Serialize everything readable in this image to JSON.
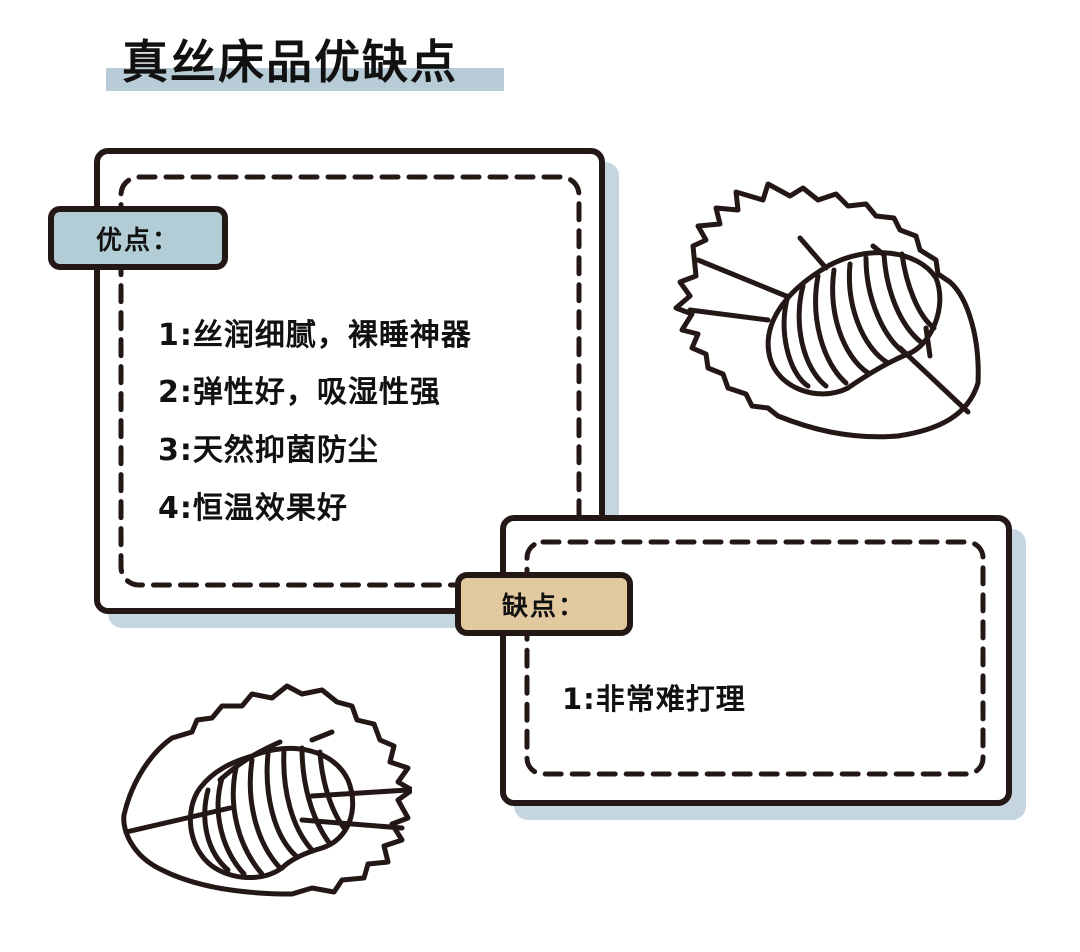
{
  "title": "真丝床品优缺点",
  "colors": {
    "title_bar": "#b7ccd6",
    "pros_tag": "#b3cdd6",
    "cons_tag": "#e3c9a0",
    "shadow": "#c5d6e0",
    "stroke": "#231816"
  },
  "pros": {
    "tag_label": "优点：",
    "items": [
      "1:丝润细腻，裸睡神器",
      "2:弹性好，吸湿性强",
      "3:天然抑菌防尘",
      "4:恒温效果好"
    ]
  },
  "cons": {
    "tag_label": "缺点：",
    "items": [
      "1:非常难打理"
    ]
  },
  "illustrations": [
    {
      "name": "silkworm-cocoon-on-leaf-top-right"
    },
    {
      "name": "silkworm-cocoon-on-leaf-bottom-left"
    }
  ]
}
